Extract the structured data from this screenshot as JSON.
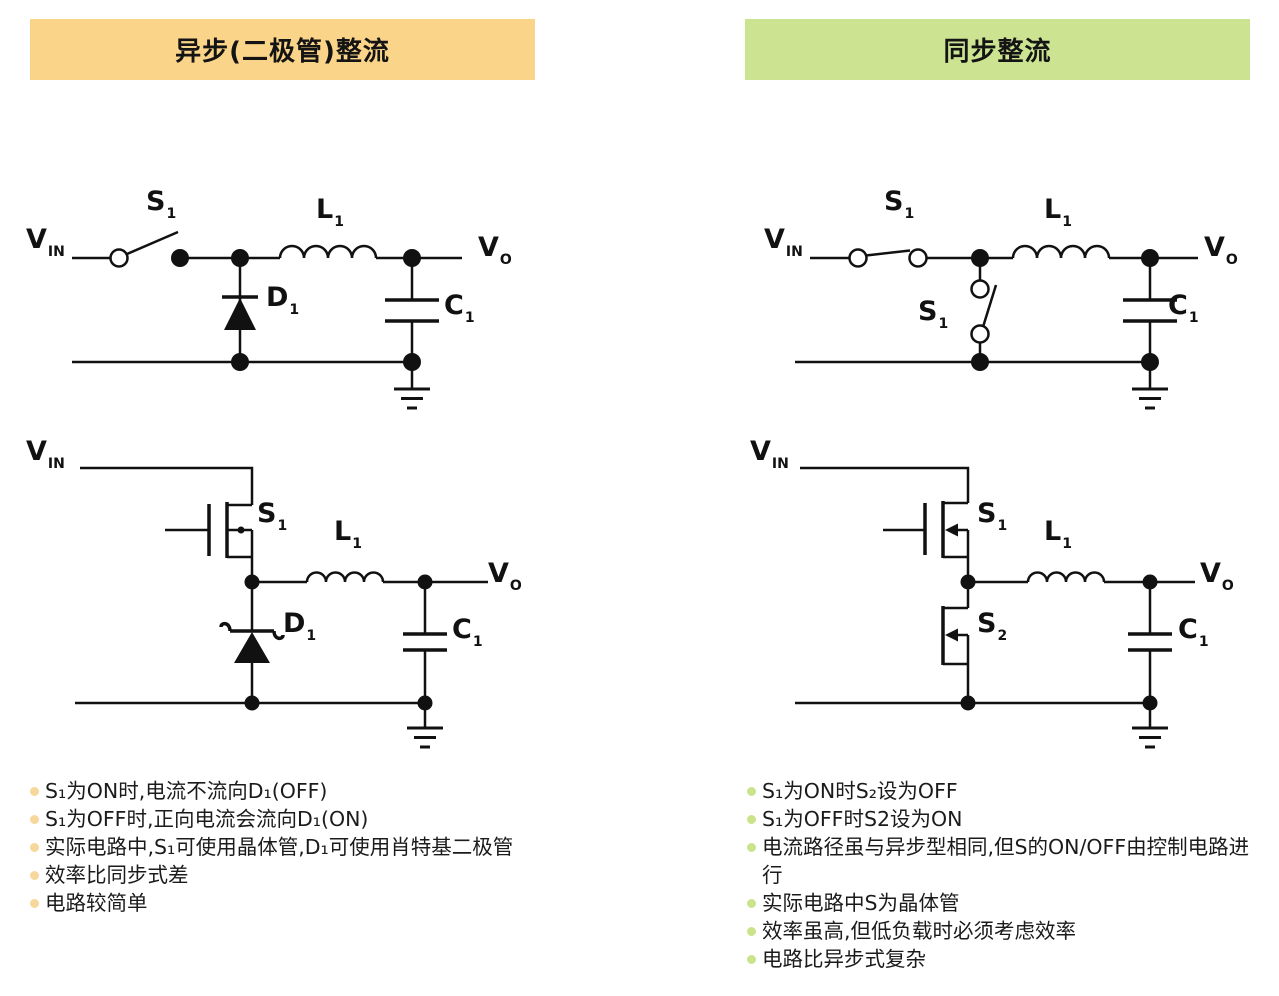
{
  "panels": [
    {
      "id": "async",
      "header": {
        "label": "异步(二极管)整流",
        "bg": "#fad488"
      },
      "bullet_color": "#f6d89d",
      "bullets": [
        "S₁为ON时,电流不流向D₁(OFF)",
        "S₁为OFF时,正向电流会流向D₁(ON)",
        "实际电路中,S₁可使用晶体管,D₁可使用肖特基二极管",
        "效率比同步式差",
        "电路较简单"
      ]
    },
    {
      "id": "sync",
      "header": {
        "label": "同步整流",
        "bg": "#cce492"
      },
      "bullet_color": "#cbe48c",
      "bullets": [
        "S₁为ON时S₂设为OFF",
        "S₁为OFF时S2设为ON",
        "电流路径虽与异步型相同,但S的ON/OFF由控制电路进行",
        "实际电路中S为晶体管",
        "效率虽高,但低负载时必须考虑效率",
        "电路比异步式复杂"
      ]
    }
  ],
  "components": {
    "V_IN": {
      "main": "V",
      "sub": "IN"
    },
    "V_O": {
      "main": "V",
      "sub": "O"
    },
    "S1": {
      "main": "S",
      "sub": "1"
    },
    "S2": {
      "main": "S",
      "sub": "2"
    },
    "L1": {
      "main": "L",
      "sub": "1"
    },
    "C1": {
      "main": "C",
      "sub": "1"
    },
    "D1": {
      "main": "D",
      "sub": "1"
    }
  },
  "colors": {
    "line": "#111111",
    "text": "#1b1b1b"
  }
}
